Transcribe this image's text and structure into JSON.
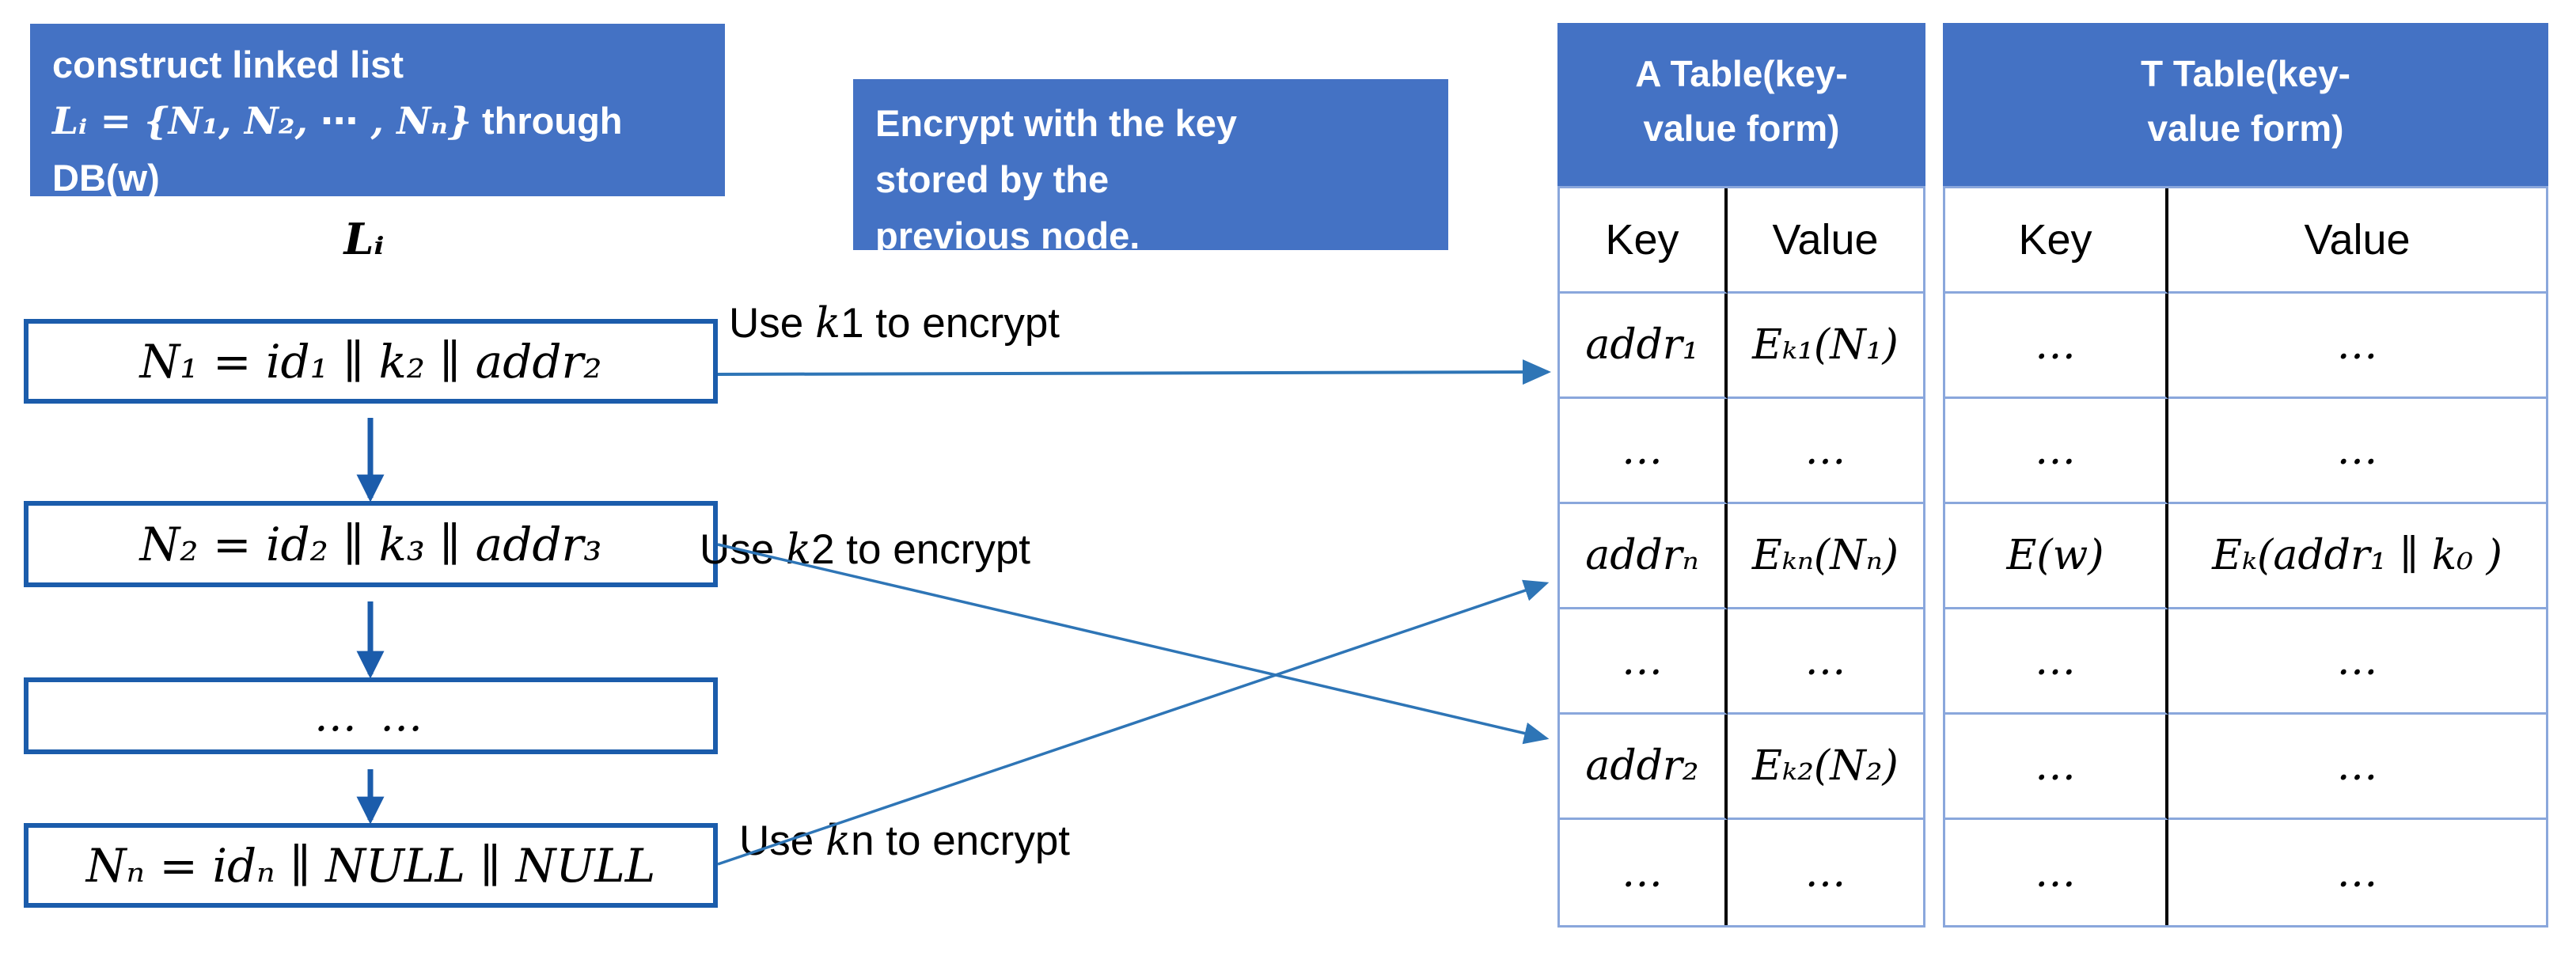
{
  "colors": {
    "header_blue": "#4472C4",
    "node_border_blue": "#1b5cab",
    "arrow_blue": "#2e75b6",
    "grid_blue": "#8aa7dc",
    "text_black": "#000000",
    "text_white": "#ffffff"
  },
  "notes": {
    "construct": {
      "line1": "construct linked list",
      "line2_math": "Lᵢ = {N₁, N₂, ⋯ , Nₙ}",
      "line2_suffix": " through",
      "line3": "DB(w)"
    },
    "encrypt": {
      "line1": "Encrypt with the key",
      "line2": "stored by the",
      "line3": "previous node."
    }
  },
  "linked_list": {
    "label": "Lᵢ",
    "nodes": [
      "N₁ = id₁ ∥ k₂ ∥ addr₂",
      "N₂ = id₂ ∥ k₃ ∥ addr₃",
      "… …",
      "Nₙ = idₙ ∥ NULL ∥ NULL"
    ]
  },
  "edge_labels": [
    {
      "pre": "Use ",
      "var": "k",
      "idx": "1",
      "post": " to encrypt"
    },
    {
      "pre": "Use ",
      "var": "k",
      "idx": "2",
      "post": " to encrypt"
    },
    {
      "pre": "Use ",
      "var": "k",
      "idx": "n",
      "post": " to encrypt"
    }
  ],
  "a_table": {
    "title_line1": "A Table(key-",
    "title_line2": "value form)",
    "columns": {
      "key": "Key",
      "value": "Value"
    },
    "rows": [
      {
        "key": "addr₁",
        "value": "Eₖ₁(N₁)"
      },
      {
        "key": "…",
        "value": "…"
      },
      {
        "key": "addrₙ",
        "value": "Eₖₙ(Nₙ)"
      },
      {
        "key": "…",
        "value": "…"
      },
      {
        "key": "addr₂",
        "value": "Eₖ₂(N₂)"
      },
      {
        "key": "…",
        "value": "…"
      }
    ]
  },
  "t_table": {
    "title_line1": "T Table(key-",
    "title_line2": "value form)",
    "columns": {
      "key": "Key",
      "value": "Value"
    },
    "rows": [
      {
        "key": "…",
        "value": "…"
      },
      {
        "key": "…",
        "value": "…"
      },
      {
        "key": "E(w)",
        "value": "Eₖ(addr₁ ∥ k₀ )"
      },
      {
        "key": "…",
        "value": "…"
      },
      {
        "key": "…",
        "value": "…"
      },
      {
        "key": "…",
        "value": "…"
      }
    ]
  }
}
